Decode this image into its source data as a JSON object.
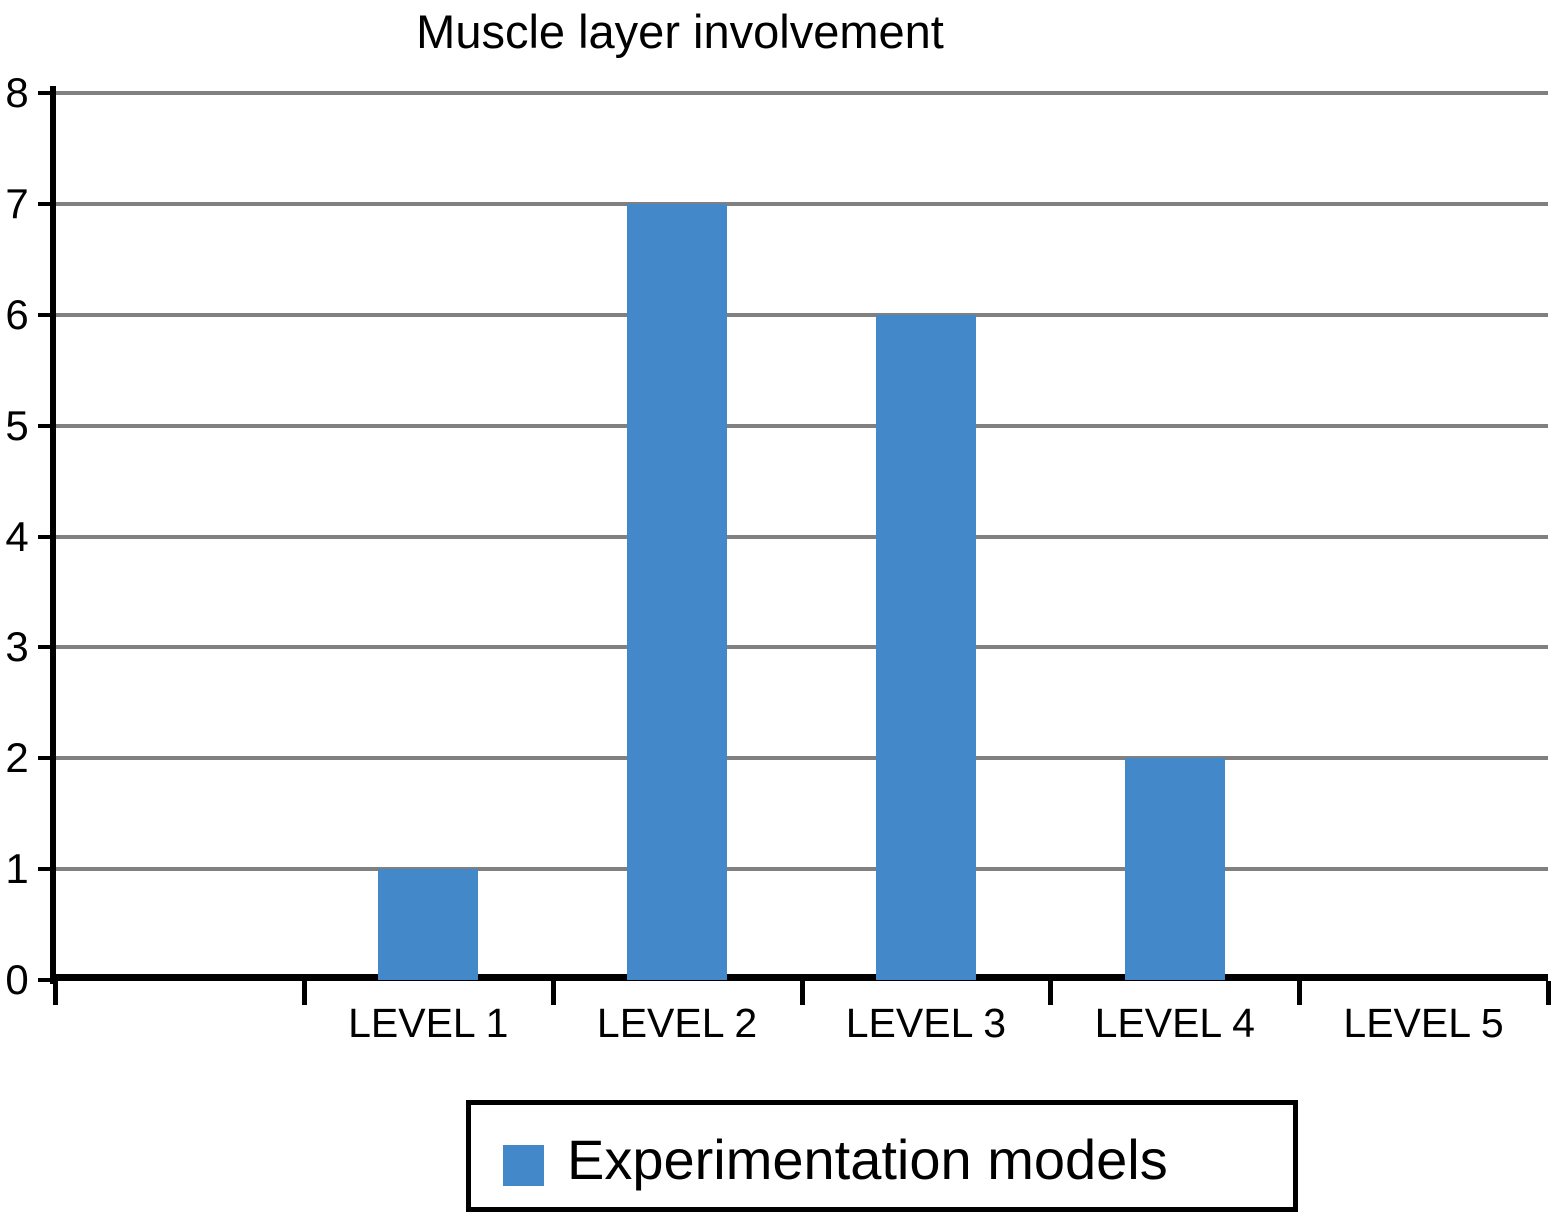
{
  "chart_data": {
    "type": "bar",
    "title": "Muscle layer involvement",
    "categories": [
      "LEVEL 1",
      "LEVEL 2",
      "LEVEL 3",
      "LEVEL 4",
      "LEVEL 5"
    ],
    "series": [
      {
        "name": "Experimentation models",
        "values": [
          1,
          7,
          6,
          2,
          0
        ],
        "color": "#4389c9"
      }
    ],
    "xlabel": "",
    "ylabel": "",
    "ylim": [
      0,
      8
    ],
    "ytick_labels": [
      "8",
      "7",
      "6",
      "5",
      "4",
      "3",
      "2",
      "1",
      "0"
    ],
    "ytick_values": [
      8,
      7,
      6,
      5,
      4,
      3,
      2,
      1,
      0
    ],
    "grid": true,
    "grid_axis": "y",
    "grid_color": "#808080",
    "axis_color": "#000000",
    "background": "#ffffff",
    "legend": {
      "position": "bottom",
      "entries": [
        {
          "label": "Experimentation models",
          "color": "#4389c9"
        }
      ]
    }
  }
}
